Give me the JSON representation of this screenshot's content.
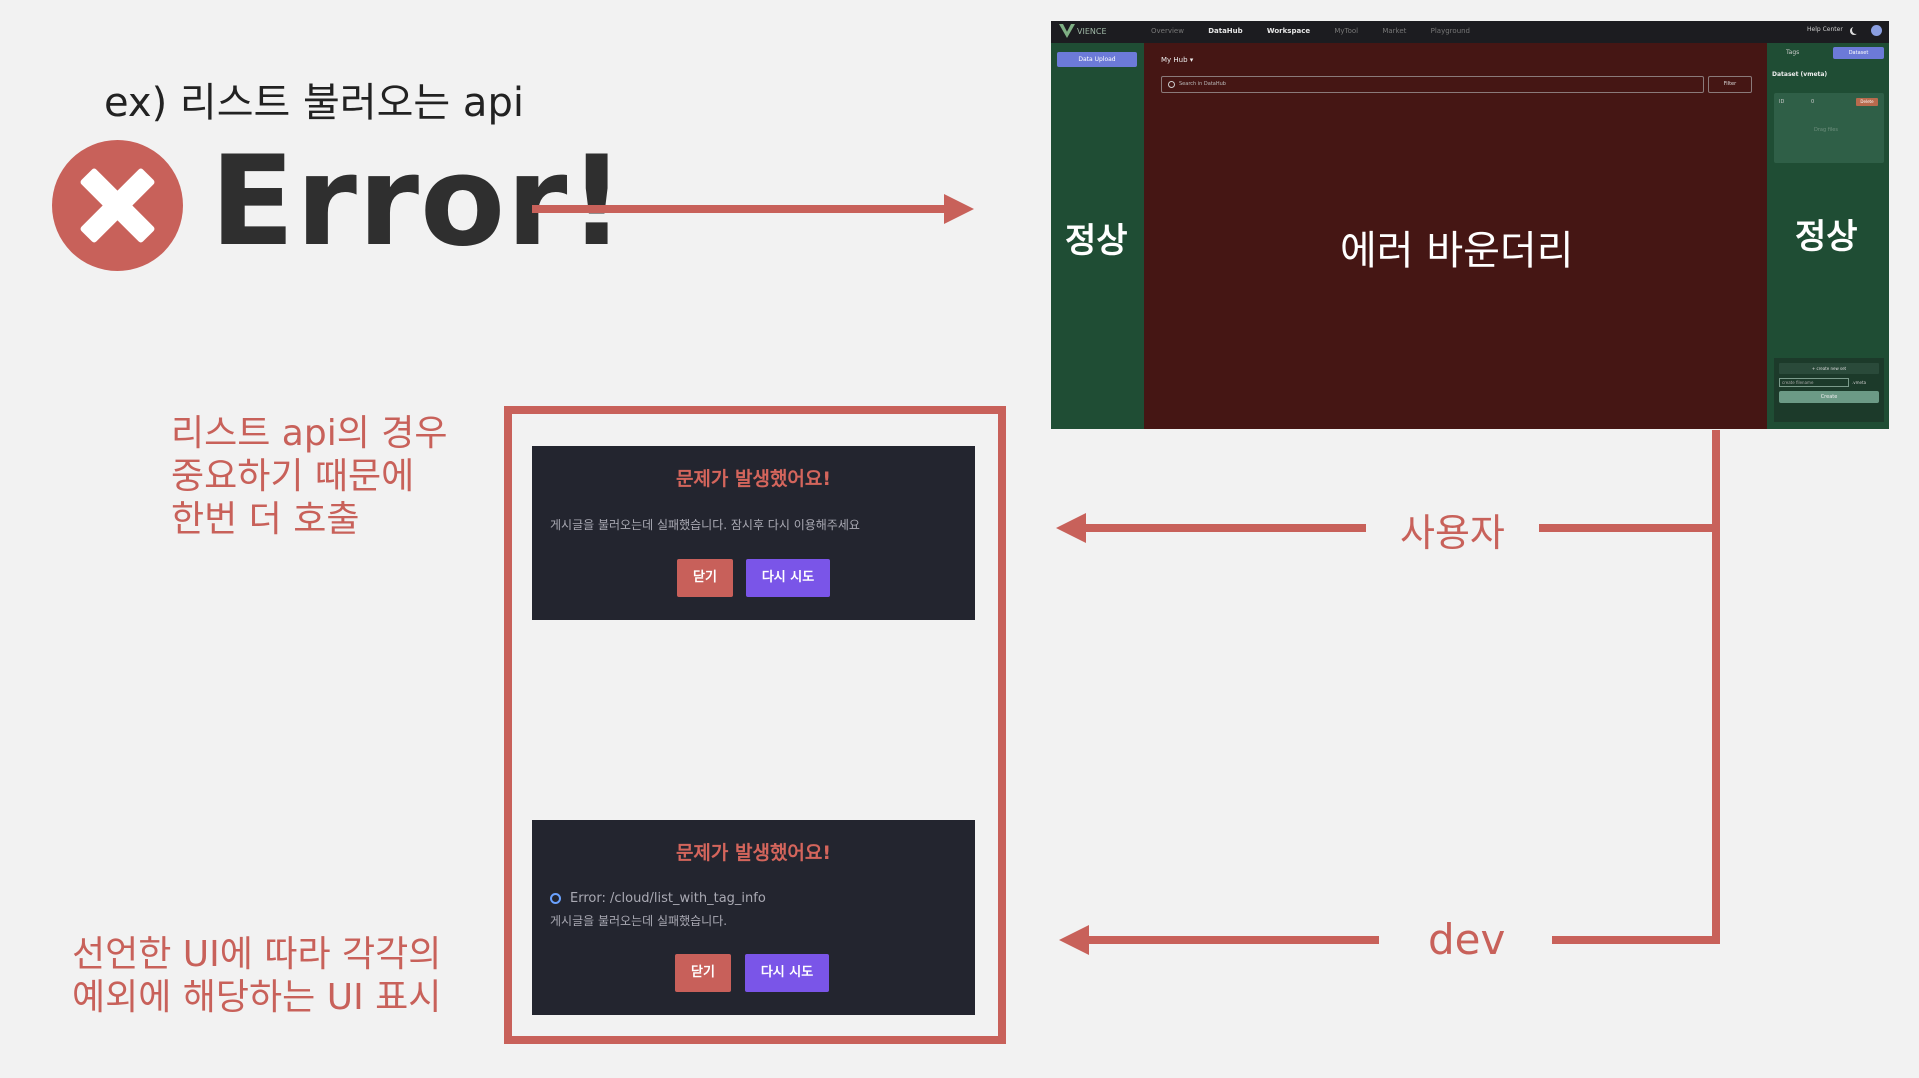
{
  "header": {
    "example_title": "ex) 리스트 불러오는 api",
    "error_text": "Error!"
  },
  "app_mockup": {
    "logo_text": "VIENCE",
    "nav": [
      "Overview",
      "DataHub",
      "Workspace",
      "MyTool",
      "Market",
      "Playground"
    ],
    "active_nav": "DataHub",
    "help_center": "Help Center",
    "data_upload": "Data Upload",
    "my_hub": "My Hub ▾",
    "search_placeholder": "Search in DataHub",
    "filter_label": "Filter",
    "tab_tags": "Tags",
    "tab_dataset": "Dataset",
    "dataset_title": "Dataset (vmeta)",
    "dataset_id": "ID",
    "dataset_zero": "0",
    "delete_label": "Delete",
    "drag_text": "Drag files",
    "create_new_set": "+ create new set",
    "input_placeholder": "create filename",
    "vmeta_label": ".vmeta",
    "create_button": "Create",
    "left_status": "정상",
    "right_status": "정상",
    "center_label": "에러 바운더리"
  },
  "flow": {
    "user_label": "사용자",
    "dev_label": "dev"
  },
  "modal_user": {
    "title": "문제가 발생했어요!",
    "message": "게시글을 불러오는데 실패했습니다. 잠시후 다시 이용해주세요",
    "close": "닫기",
    "retry": "다시 시도"
  },
  "modal_dev": {
    "title": "문제가 발생했어요!",
    "error_line": "Error: /cloud/list_with_tag_info",
    "message": "게시글을 불러오는데 실패했습니다.",
    "close": "닫기",
    "retry": "다시 시도"
  },
  "notes": {
    "retry_note": [
      "리스트 api의 경우",
      "중요하기 때문에",
      "한번 더 호출"
    ],
    "ui_note": [
      "선언한 UI에 따라 각각의",
      "예외에 해당하는 UI 표시"
    ]
  },
  "colors": {
    "accent_red": "#c8615a",
    "normal_green": "#1f4d34",
    "error_boundary": "#451614",
    "modal_bg": "#23252f",
    "retry_purple": "#7a55e8"
  }
}
